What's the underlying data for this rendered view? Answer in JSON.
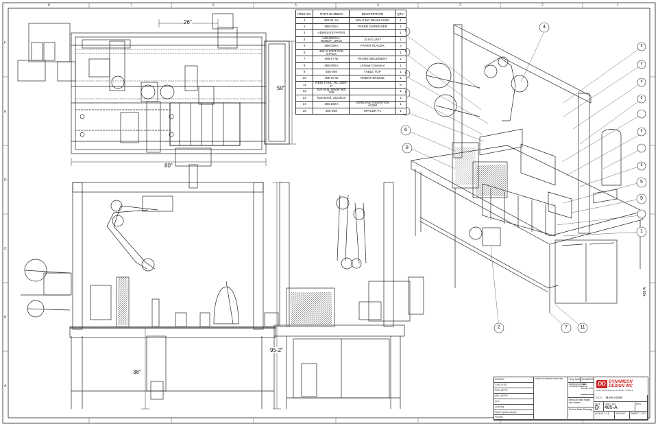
{
  "bom": {
    "headers": [
      "ITEM NO.",
      "PART NUMBER",
      "DESCRIPTION",
      "QTY."
    ],
    "rows": [
      [
        "1",
        "485-01 SA",
        "WALKING BEAM ASSM",
        "1"
      ],
      [
        "2",
        "485-02SA",
        "PAPER DISPENSER",
        "1"
      ],
      [
        "3",
        "ADHESIVE PAPER",
        "",
        "1"
      ],
      [
        "4",
        "UNIVERSAL ROBOT_UR10",
        "10 KG UNIT",
        "1"
      ],
      [
        "5",
        "485-03SA",
        "PAPER PLACER",
        "2"
      ],
      [
        "6",
        "485-SHORT PAN STACK",
        "",
        "1"
      ],
      [
        "7",
        "485-07 W",
        "FRAME WELDMENT",
        "1"
      ],
      [
        "8",
        "485-09SA",
        "Unload Conveyor",
        "1"
      ],
      [
        "9",
        "485-069",
        "TABLE TOP",
        "1"
      ],
      [
        "10",
        "485-16 W",
        "ROBOT BRIDGE",
        "1"
      ],
      [
        "11",
        "REID TOOL_RL-1304-P",
        "",
        "6"
      ],
      [
        "12",
        "burr king_Model 960 400",
        "",
        "1"
      ],
      [
        "13",
        "hammond_1422R10",
        "",
        "1"
      ],
      [
        "14",
        "485-19SA",
        "ADHESIVE INSERTION ASSM",
        "1"
      ],
      [
        "15",
        "485-08S",
        "SPACER PL",
        "1"
      ]
    ]
  },
  "dimensions": {
    "top_width": "26\"",
    "top_depth": "50\"",
    "overall_width": "80\"",
    "table_height": "36\"",
    "front_dim": "95-2\""
  },
  "balloons": [
    "4",
    "8",
    "8",
    "8",
    "8",
    "6",
    "8",
    "8",
    "8",
    "8",
    "8",
    "8",
    "8",
    "5",
    "9",
    "1",
    "2",
    "7",
    "11"
  ],
  "title_block": {
    "company": "DYNAMECH DESIGN INC",
    "company_address": "4018 364 Evergreen St. Elburn IL 60119",
    "logo_initials": "DD",
    "title_label": "TITLE:",
    "title": "MAIN ASSM",
    "size_label": "SIZE",
    "size": "D",
    "dwg_no_label": "DWG. NO.",
    "dwg_no": "485-A",
    "rev_label": "REV",
    "scale": "SCALE: 1:16",
    "weight_label": "WEIGHT:",
    "sheet": "SHEET 1 OF 1",
    "drawn_label": "DRAWN",
    "drawn_by": "Tony Sulla",
    "date": "12/18/2019",
    "checked_label": "CHECKED",
    "eng_appr_label": "ENG APPR.",
    "mfg_appr_label": "MFG APPR.",
    "qa_label": "Q.A.",
    "finish_label": "FINISH",
    "next_highest": "Next Highest Assem",
    "quantity_label": "Quantity",
    "break_edges": "Break all sharp edges and corners",
    "do_not_scale": "Do Not Scale Drawing",
    "proprietary_head": "PROPRIETARY AND CONFIDENTIAL",
    "unless_noted": "UNLESS OTHERWISE SPECIFIED",
    "third_angle": "THIRD ANGLE PROJECTION",
    "side_label": "485-A"
  },
  "border_zones": {
    "top": [
      "8",
      "7",
      "6",
      "5",
      "4",
      "3",
      "2",
      "1"
    ],
    "side": [
      "F",
      "E",
      "D",
      "C",
      "B",
      "A"
    ]
  }
}
